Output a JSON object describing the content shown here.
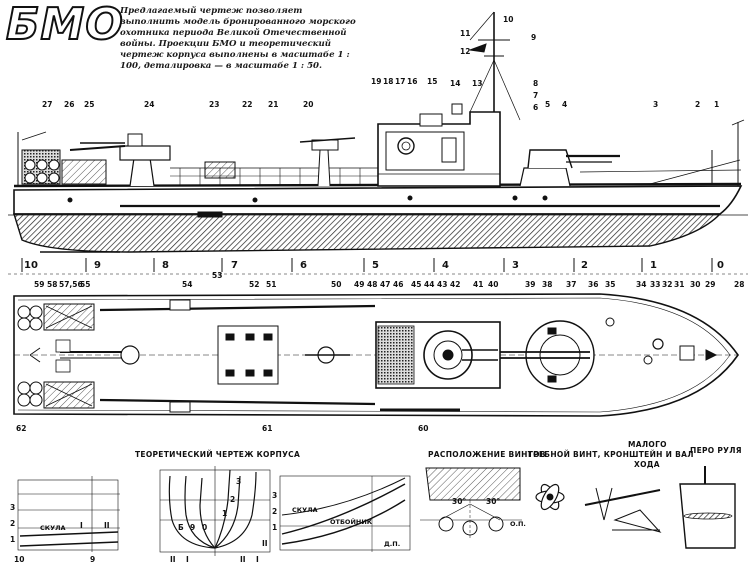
{
  "title": "БМО",
  "description": "Предлагаемый чертеж позволяет выполнить модель бронированного морского охотника периода Великой Отечественной войны. Проекции БМО и теоретический чертеж корпуса выполнены в масштабе 1 : 100, деталировка — в масштабе 1 : 50.",
  "side_view_callouts": [
    "27",
    "26",
    "25",
    "24",
    "23",
    "22",
    "21",
    "20",
    "19",
    "18",
    "17",
    "16",
    "15",
    "14",
    "13",
    "12",
    "11",
    "10",
    "9",
    "8",
    "7",
    "6",
    "5",
    "4",
    "3",
    "2",
    "1"
  ],
  "plan_view_callouts": [
    "59",
    "58",
    "57,56",
    "55",
    "54",
    "53",
    "52",
    "51",
    "50",
    "49",
    "48",
    "47",
    "46",
    "45",
    "44",
    "43",
    "42",
    "41",
    "40",
    "39",
    "38",
    "37",
    "36",
    "35",
    "34",
    "33",
    "32",
    "31",
    "30",
    "29",
    "28",
    "60",
    "61",
    "62"
  ],
  "frame_marks": [
    "10",
    "9",
    "8",
    "7",
    "6",
    "5",
    "4",
    "3",
    "2",
    "1",
    "0"
  ],
  "captions": {
    "lines_plan": "ТЕОРЕТИЧЕСКИЙ ЧЕРТЕЖ КОРПУСА",
    "propellers": "РАСПОЛОЖЕНИЕ ВИНТОВ",
    "shaft": "ГРЕБНОЙ ВИНТ, КРОНШТЕЙН И ВАЛ",
    "shaft_sub1": "МАЛОГО",
    "shaft_sub2": "ХОДА",
    "rudder": "ПЕРО РУЛЯ"
  },
  "lines_labels": {
    "skula1": "СКУЛА",
    "roman1": "I",
    "roman2": "II",
    "skula2": "СКУЛА",
    "otboynik": "ОТБОЙНИК",
    "dp": "Д.П.",
    "op": "О.П.",
    "deg1": "30°",
    "deg2": "30°"
  },
  "lines_ticks": [
    "3",
    "2",
    "1",
    "10",
    "9",
    "Б",
    "9",
    "0",
    "1",
    "2",
    "3",
    "II",
    "I",
    "II",
    "I",
    "II",
    "3",
    "2",
    "1"
  ]
}
